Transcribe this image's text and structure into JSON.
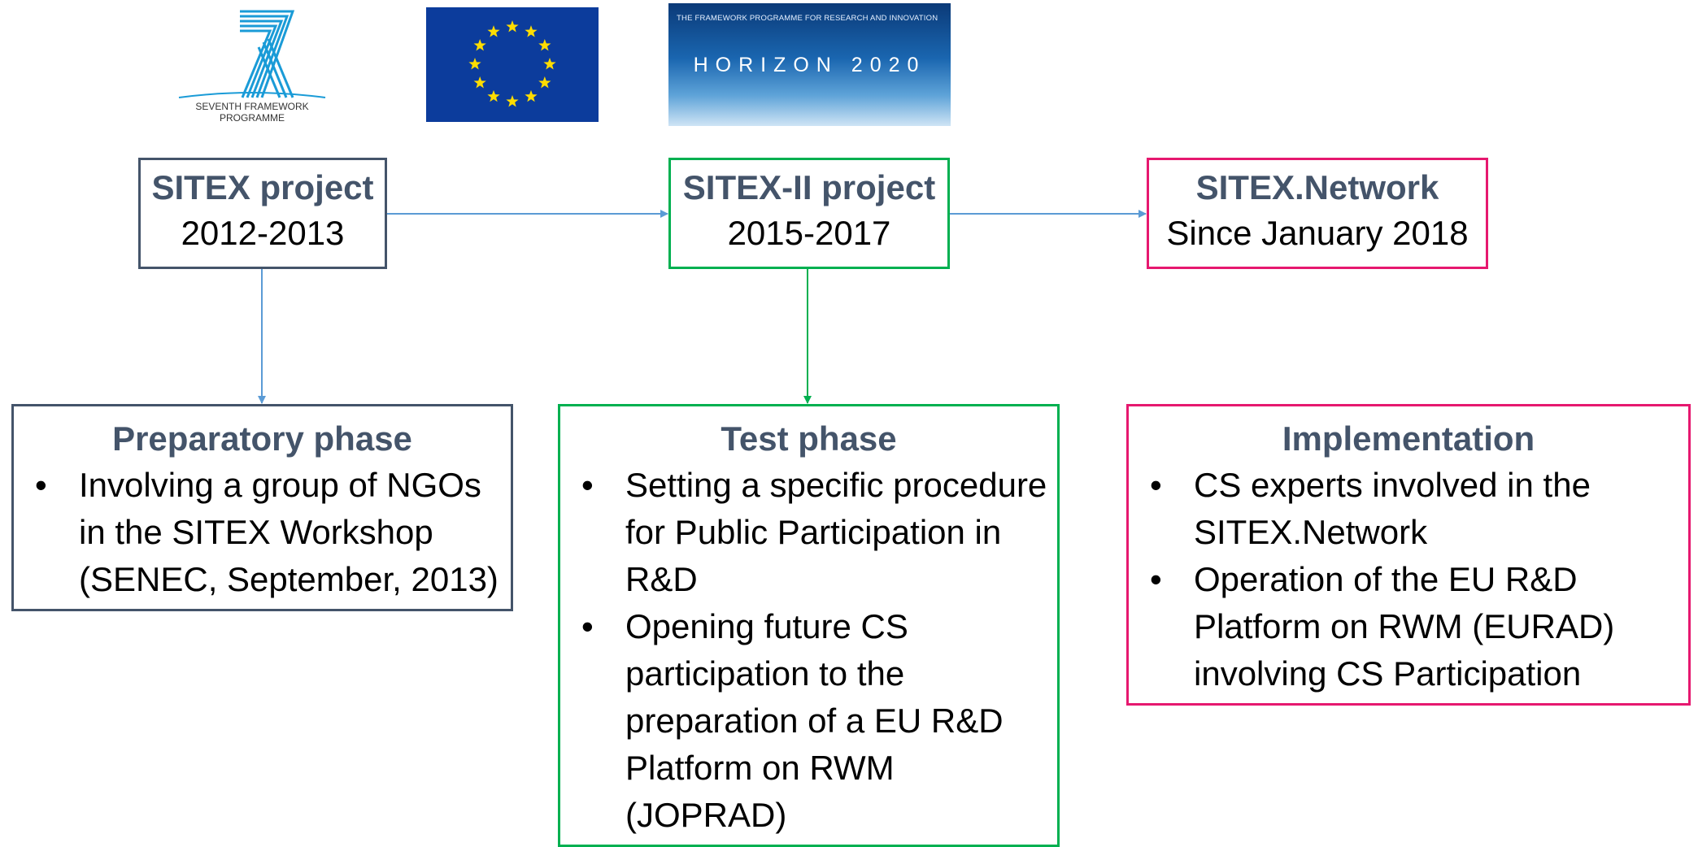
{
  "logos": {
    "fp7": {
      "line1": "SEVENTH FRAMEWORK",
      "line2": "PROGRAMME"
    },
    "horizon": {
      "tagline": "THE FRAMEWORK PROGRAMME FOR RESEARCH AND INNOVATION",
      "wordmark": "HORIZON 2020"
    }
  },
  "projects": [
    {
      "title": "SITEX project",
      "dates": "2012-2013"
    },
    {
      "title": "SITEX-II project",
      "dates": "2015-2017"
    },
    {
      "title": "SITEX.Network",
      "dates": "Since January 2018"
    }
  ],
  "phases": [
    {
      "heading": "Preparatory phase",
      "bullets": [
        "Involving a group of NGOs in the SITEX Workshop (SENEC, September, 2013)"
      ]
    },
    {
      "heading": "Test phase",
      "bullets": [
        "Setting a specific procedure for Public Participation in R&D",
        "Opening future CS participation to the preparation of a EU R&D Platform on RWM (JOPRAD)"
      ]
    },
    {
      "heading": "Implementation",
      "bullets": [
        "CS experts involved in the SITEX.Network",
        "Operation of the EU R&D Platform on RWM (EURAD) involving CS Participation"
      ]
    }
  ],
  "colors": {
    "navy": "#44546a",
    "green": "#00b050",
    "pink": "#e6186f",
    "arrow_blue": "#5b9bd5"
  }
}
